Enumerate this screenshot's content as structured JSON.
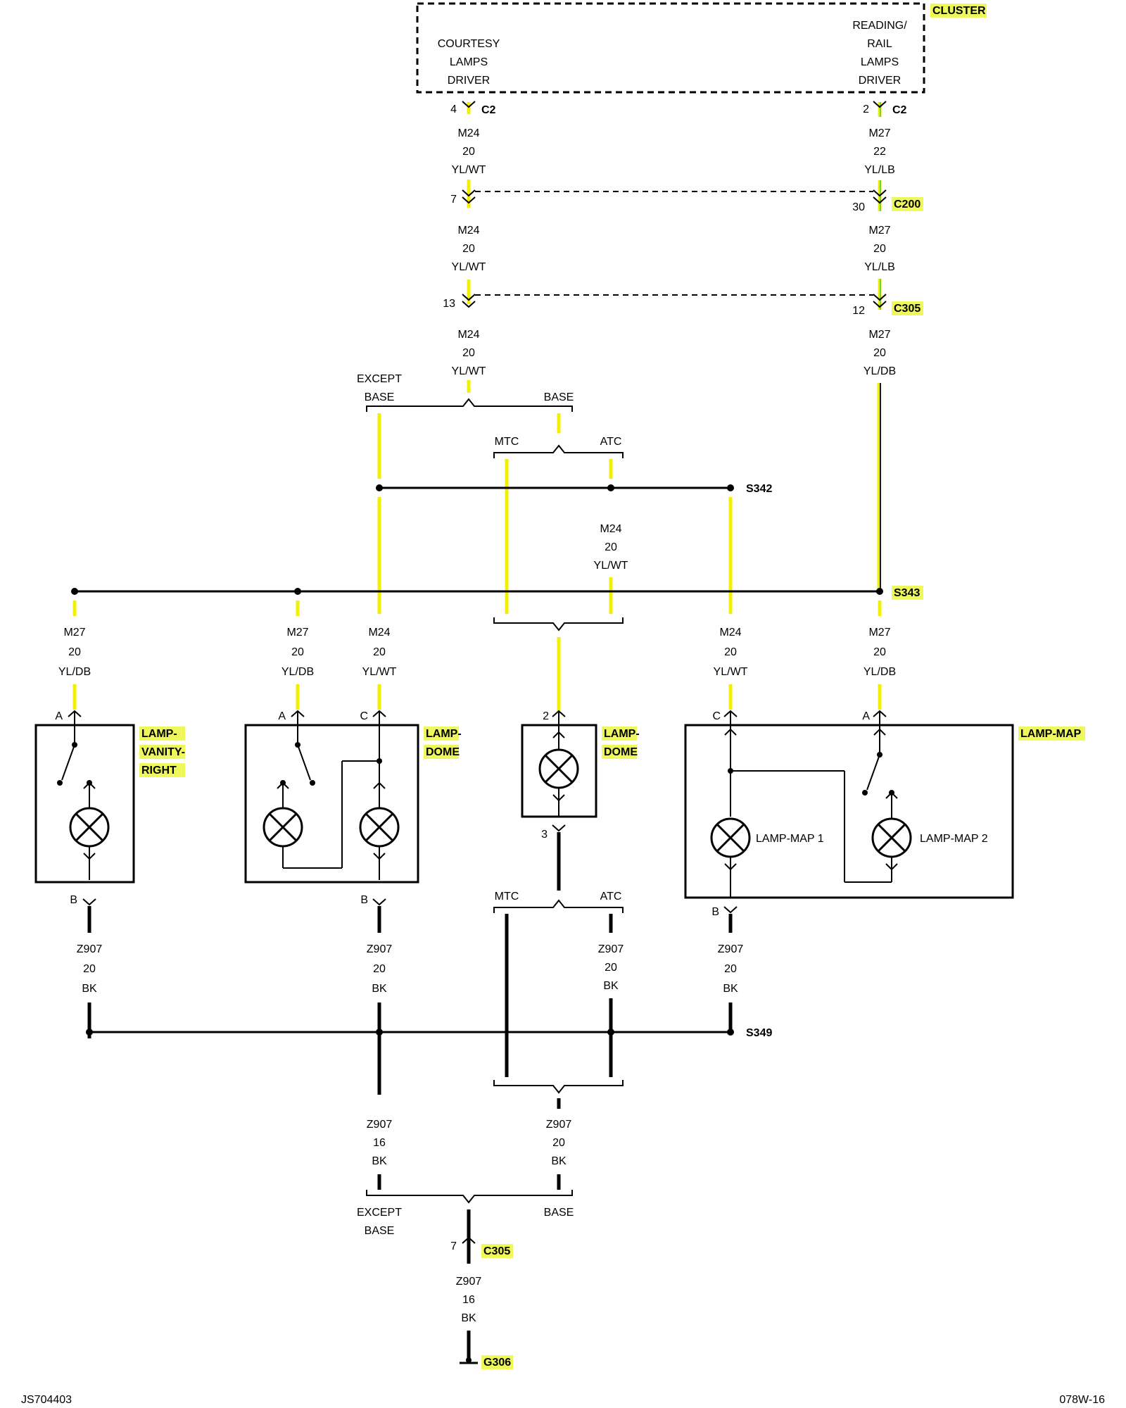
{
  "colors": {
    "yellow": "#f0f000",
    "green": "#48c848",
    "highlight": "#eef85a",
    "wire": "#000000"
  },
  "cluster": {
    "label": "CLUSTER",
    "courtesy": [
      "COURTESY",
      "LAMPS",
      "DRIVER"
    ],
    "reading": [
      "READING/",
      "RAIL",
      "LAMPS",
      "DRIVER"
    ]
  },
  "connectors": {
    "c2": "C2",
    "c200": "C200",
    "c305": "C305",
    "c305_bottom": "C305",
    "s342": "S342",
    "s343": "S343",
    "s349": "S349",
    "g306": "G306"
  },
  "pins": {
    "left_c2": "4",
    "right_c2": "2",
    "left_c200": "7",
    "right_c200": "30",
    "left_c305": "13",
    "right_c305": "12",
    "vanity_a": "A",
    "vanity_b": "B",
    "dome1_a": "A",
    "dome1_c": "C",
    "dome1_b": "B",
    "dome2_2": "2",
    "dome2_3": "3",
    "map_c": "C",
    "map_a": "A",
    "map_b": "B",
    "bottom_c305": "7"
  },
  "wires": {
    "m24_20_ylwt": [
      "M24",
      "20",
      "YL/WT"
    ],
    "m27_22_yllb": [
      "M27",
      "22",
      "YL/LB"
    ],
    "m27_20_yllb": [
      "M27",
      "20",
      "YL/LB"
    ],
    "m27_20_yldb": [
      "M27",
      "20",
      "YL/DB"
    ],
    "z907_20_bk": [
      "Z907",
      "20",
      "BK"
    ],
    "z907_16_bk": [
      "Z907",
      "16",
      "BK"
    ]
  },
  "options": {
    "except_base": [
      "EXCEPT",
      "BASE"
    ],
    "base": "BASE",
    "mtc": "MTC",
    "atc": "ATC"
  },
  "components": {
    "vanity": [
      "LAMP-",
      "VANITY-",
      "RIGHT"
    ],
    "dome1": [
      "LAMP-",
      "DOME"
    ],
    "dome2": [
      "LAMP-",
      "DOME"
    ],
    "map": "LAMP-MAP",
    "map1": "LAMP-MAP 1",
    "map2": "LAMP-MAP 2"
  },
  "footer": {
    "left": "JS704403",
    "right": "078W-16"
  }
}
